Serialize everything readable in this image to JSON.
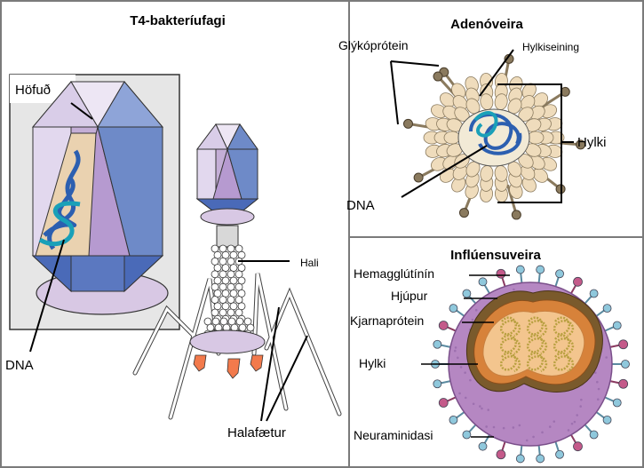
{
  "panels": {
    "t4": {
      "title": "T4-bakteríufagi",
      "labels": {
        "head": "Höfuð",
        "dna": "DNA",
        "tail": "Hali",
        "tail_fibers": "Halafætur"
      }
    },
    "adenovirus": {
      "title": "Adenóveira",
      "labels": {
        "glycoprotein": "Glýkóprótein",
        "capsomere": "Hylkiseining",
        "capsid": "Hylki",
        "dna": "DNA"
      }
    },
    "influenza": {
      "title": "Inflúensuveira",
      "labels": {
        "hemagglutinin": "Hemagglútínín",
        "envelope": "Hjúpur",
        "nucleoprotein": "Kjarnaprótein",
        "capsid": "Hylki",
        "neuraminidase": "Neuraminidasi"
      }
    }
  },
  "colors": {
    "frame": "#7a7a7a",
    "head_inset_bg": "#e6e6e6",
    "capsid_light": "#e8e0f0",
    "capsid_mid": "#c4aed6",
    "capsid_purple": "#a98bc4",
    "capsid_blue": "#6e8ac8",
    "capsid_dark_blue": "#4a6ab8",
    "dna_blue": "#2c5fb0",
    "dna_teal": "#1aa0b8",
    "collar": "#d8c8e4",
    "adeno_bead": "#efdcbc",
    "adeno_fiber": "#8a7a5e",
    "flu_envelope": "#b587c2",
    "flu_shell": "#d7823a",
    "flu_inner": "#f3c58e",
    "flu_rna": "#b8a040",
    "neuraminidase": "#c45a8a",
    "hemagglutinin": "#8fc8dc",
    "plate_orange": "#f27a4c"
  }
}
